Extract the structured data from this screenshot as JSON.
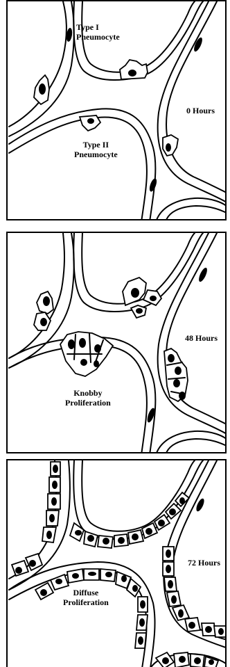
{
  "panels": [
    {
      "time_label": "0 Hours",
      "cell_labels": [
        {
          "line1": "Type I",
          "line2": "Pneumocyte"
        },
        {
          "line1": "Type II",
          "line2": "Pneumocyte"
        }
      ]
    },
    {
      "time_label": "48 Hours",
      "cell_labels": [
        {
          "line1": "Knobby",
          "line2": "Proliferation"
        }
      ]
    },
    {
      "time_label": "72 Hours",
      "cell_labels": [
        {
          "line1": "Diffuse",
          "line2": "Proliferation"
        }
      ]
    }
  ]
}
